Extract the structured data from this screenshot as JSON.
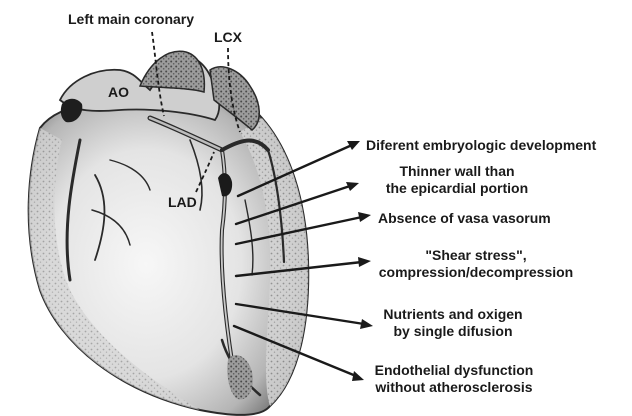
{
  "anatomy_labels": {
    "left_main": "Left main coronary",
    "lcx": "LCX",
    "ao": "AO",
    "lad": "LAD"
  },
  "annotations": [
    {
      "lines": [
        "Diferent embryologic development"
      ]
    },
    {
      "lines": [
        "Thinner wall than",
        "the epicardial portion"
      ]
    },
    {
      "lines": [
        "Absence of vasa vasorum"
      ]
    },
    {
      "lines": [
        "\"Shear stress\",",
        "compression/decompression"
      ]
    },
    {
      "lines": [
        "Nutrients and oxigen",
        "by single difusion"
      ]
    },
    {
      "lines": [
        "Endothelial dysfunction",
        "without atherosclerosis"
      ]
    }
  ],
  "colors": {
    "ink": "#1a1a1a",
    "heart_fill": "#d9d9d9",
    "shadow": "#6b6b6b",
    "highlight": "#f4f4f4"
  }
}
